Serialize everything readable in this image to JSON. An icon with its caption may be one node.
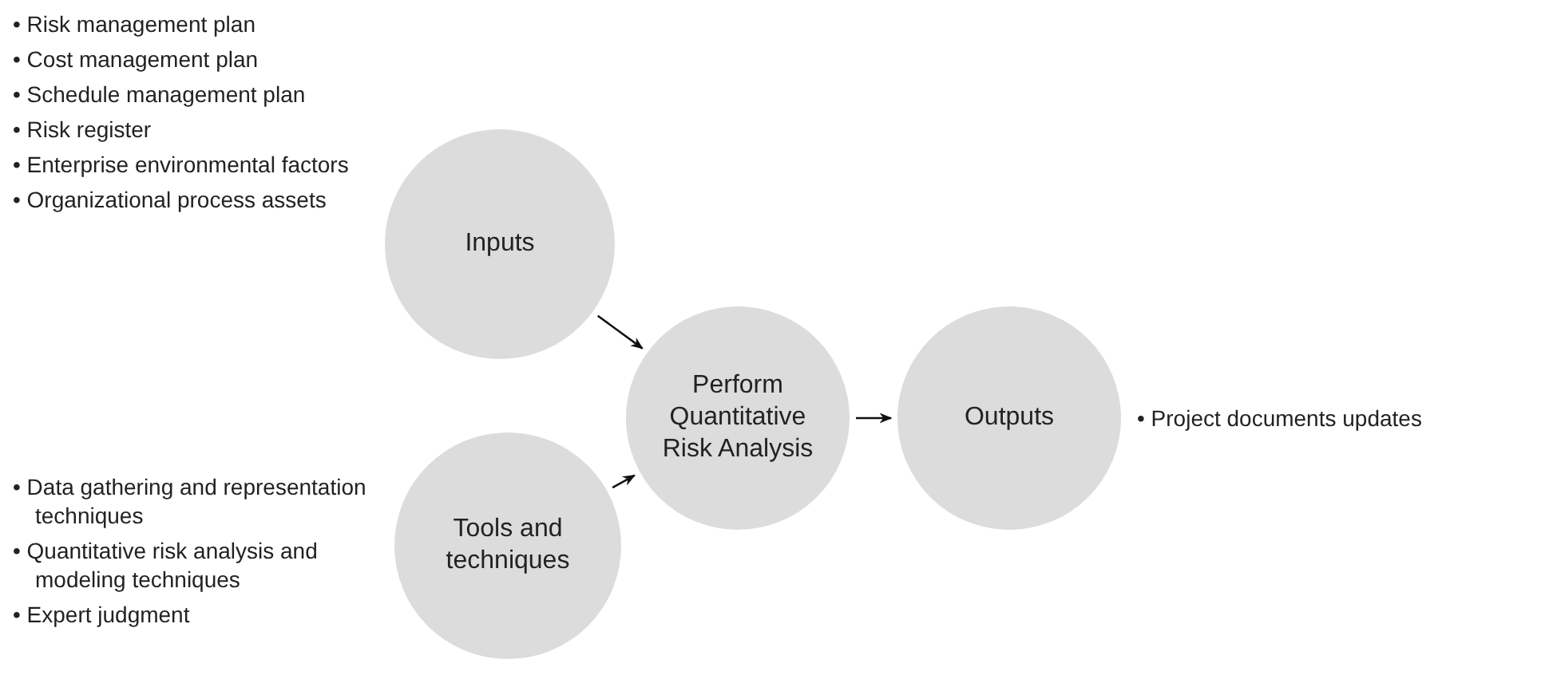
{
  "diagram": {
    "nodes": [
      {
        "text": [
          "Inputs"
        ],
        "beside": [
          "• Risk management plan",
          "• Cost management plan",
          "• Schedule management plan",
          "• Risk register",
          "• Enterprise environmental factors",
          "• Organizational process assets"
        ]
      },
      {
        "text": [
          "Perform Quantitative Risk Analysis"
        ]
      },
      {
        "text": [
          "Outputs"
        ],
        "beside": [
          "• Project documents updates"
        ]
      },
      {
        "text": [
          "Tools and techniques"
        ],
        "beside": [
          "• Data gathering and representation techniques",
          "• Quantitative risk analysis and modeling techniques",
          "• Expert judgment"
        ]
      }
    ],
    "edges": [
      {
        "from": 0,
        "to": 1,
        "arrow": "to"
      },
      {
        "from": 3,
        "to": 1,
        "arrow": "to"
      },
      {
        "from": 1,
        "to": 2,
        "arrow": "to"
      }
    ]
  }
}
